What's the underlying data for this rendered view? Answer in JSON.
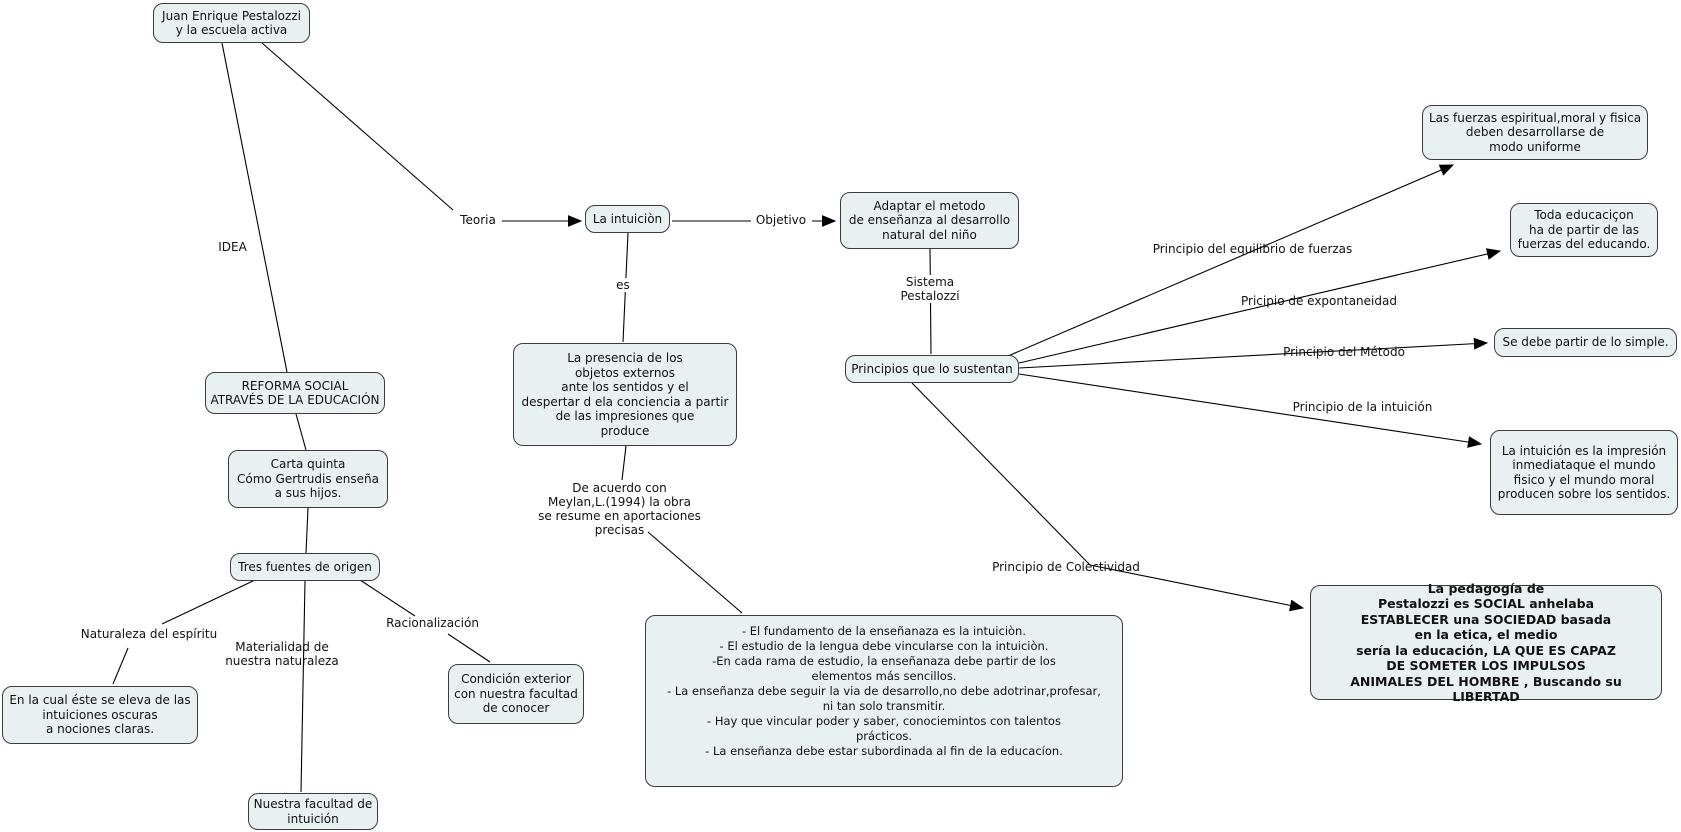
{
  "colors": {
    "node_fill": "#e9f0f2",
    "node_border": "#3c3c3c",
    "line": "#000000",
    "text": "#111111"
  },
  "nodes": {
    "root": "Juan Enrique Pestalozzi\ny la escuela activa",
    "la_intuicion": "La intuiciòn",
    "adaptar": "Adaptar el metodo\nde enseñanza al desarrollo\nnatural del niño",
    "principios": "Principios que lo sustentan",
    "fuerzas": "Las fuerzas espiritual,moral y fisica\ndeben desarrollarse de\nmodo uniforme",
    "educando": "Toda educaciçon\nha de partir de las\nfuerzas del educando.",
    "simple": "Se debe partir de lo simple.",
    "impresion": "La intuición es la impresión\ninmediataque el mundo\nfisico y el mundo moral\nproducen sobre los sentidos.",
    "pedagogia": "La pedagogía de\nPestalozzi es SOCIAL anhelaba\nESTABLECER una SOCIEDAD basada\nen la etica, el medio\nsería la educación, LA QUE ES CAPAZ\nDE SOMETER LOS IMPULSOS\nANIMALES DEL HOMBRE , Buscando su LIBERTAD",
    "presencia": "La presencia de los\nobjetos externos\nante los sentidos y el\ndespertar d ela conciencia a partir\nde las impresiones que\nproduce",
    "aportaciones": "- El fundamento de la enseñanaza es la intuiciòn.\n- El estudio de la lengua debe vincularse con la intuiciòn.\n-En cada rama de estudio, la enseñanaza debe partir de los\nelementos más sencillos.\n- La enseñanza debe seguir la via de desarrollo,no debe adotrinar,profesar,\nni tan solo transmitir.\n- Hay que vincular poder y saber, conociemintos con talentos\nprácticos.\n- La enseñanza debe estar subordinada al fin de la educacíon.",
    "reforma": "REFORMA SOCIAL\nATRAVÉS DE LA EDUCACIÓN",
    "carta": "Carta quinta\nCómo Gertrudis enseña\na sus hijos.",
    "tres_fuentes": "Tres fuentes de origen",
    "en_la_cual": "En la cual éste se eleva de las\nintuiciones oscuras\na nociones claras.",
    "condicion": "Condición exterior\ncon nuestra facultad\nde conocer",
    "nuestra_facultad": "Nuestra facultad de\nintuición"
  },
  "labels": {
    "idea": "IDEA",
    "teoria": "Teoria",
    "objetivo": "Objetivo",
    "es": "es",
    "sistema": "Sistema\nPestalozzi",
    "equilibrio": "Principio del equilibrio de fuerzas",
    "expontaneidad": "Pricipio de expontaneidad",
    "metodo": "Principio del Método",
    "principio_intuicion": "Principio de la intuición",
    "colectividad": "Principio de Colectividad",
    "acuerdo": "De acuerdo con\nMeylan,L.(1994) la obra\nse resume en aportaciones\nprecisas",
    "naturaleza": "Naturaleza del espíritu",
    "materialidad": "Materialidad de\nnuestra naturaleza",
    "racionalizacion": "Racionalización"
  }
}
